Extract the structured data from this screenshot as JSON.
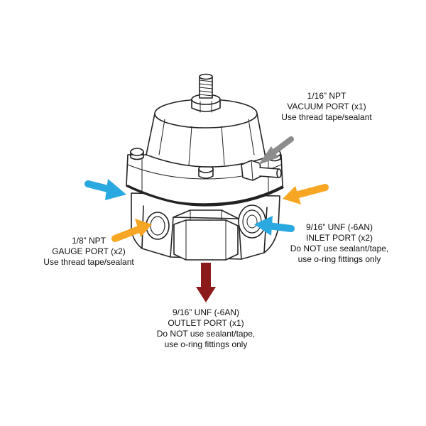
{
  "colors": {
    "inlet_arrow": "#29a9e0",
    "gauge_arrow": "#f6a623",
    "vacuum_arrow": "#8c8c8c",
    "outlet_arrow": "#8b1a1a",
    "body_outline": "#222222"
  },
  "labels": {
    "vacuum": {
      "line1": "1/16” NPT",
      "line2": "VACUUM PORT (x1)",
      "line3": "Use thread tape/sealant"
    },
    "gauge": {
      "line1": "1/8” NPT",
      "line2": "GAUGE PORT (x2)",
      "line3": "Use thread tape/sealant"
    },
    "inlet": {
      "line1": "9/16” UNF (-6AN)",
      "line2": "INLET PORT (x2)",
      "line3": "Do NOT use sealant/tape,",
      "line4": "use o-ring fittings only"
    },
    "outlet": {
      "line1": "9/16” UNF (-6AN)",
      "line2": "OUTLET PORT (x1)",
      "line3": "Do NOT use sealant/tape,",
      "line4": "use o-ring fittings only"
    }
  }
}
